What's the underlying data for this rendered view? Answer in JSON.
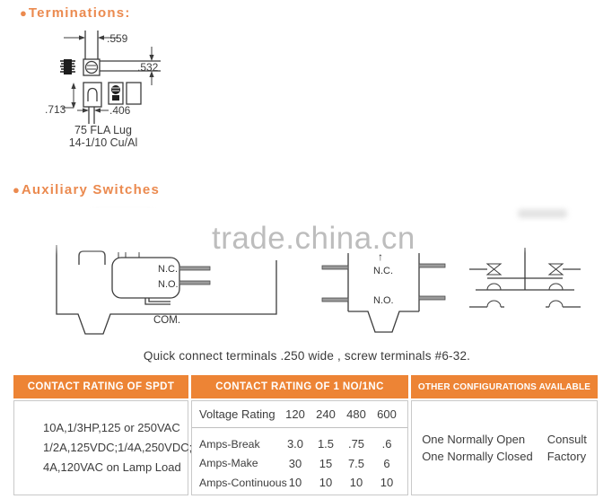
{
  "colors": {
    "accent_orange": "#ED8435",
    "heading_orange": "#EB8A4F",
    "text_dark": "#3d3d3d",
    "watermark_gray": "#bdbdbd",
    "table_border": "#c9c9c9"
  },
  "terminations": {
    "bullet": "●",
    "title": "Terminations:",
    "dims": {
      "width_top": ".559",
      "height_right": ".532",
      "height_left": ".713",
      "width_bottom": ".406"
    },
    "caption_line1": "75 FLA Lug",
    "caption_line2": "14-1/10 Cu/Al"
  },
  "auxiliary": {
    "bullet": "●",
    "title": "Auxiliary Switches",
    "watermark": "trade.china.cn",
    "switch_side_view": {
      "nc": "N.C.",
      "no": "N.O.",
      "com": "COM."
    },
    "switch_top_view": {
      "arrow": "↑",
      "nc": "N.C.",
      "no": "N.O."
    },
    "note": "Quick connect terminals .250 wide ,  screw terminals #6-32."
  },
  "ratings_table": {
    "headers": [
      "CONTACT RATING OF SPDT",
      "CONTACT RATING OF 1 NO/1NC",
      "OTHER CONFIGURATIONS AVAILABLE"
    ],
    "spdt": {
      "lines": [
        "10A,1/3HP,125 or 250VAC",
        "1/2A,125VDC;1/4A,250VDC;",
        "4A,120VAC on Lamp Load"
      ]
    },
    "no_nc": {
      "voltage_label": "Voltage Rating",
      "voltages": [
        "120",
        "240",
        "480",
        "600"
      ],
      "rows": [
        {
          "label": "Amps-Break",
          "values": [
            "3.0",
            "1.5",
            ".75",
            ".6"
          ]
        },
        {
          "label": "Amps-Make",
          "values": [
            "30",
            "15",
            "7.5",
            "6"
          ]
        },
        {
          "label": "Amps-Continuous",
          "values": [
            "10",
            "10",
            "10",
            "10"
          ]
        }
      ]
    },
    "other": {
      "options": [
        "One Normally Open",
        "One Normally Closed"
      ],
      "note": [
        "Consult",
        "Factory"
      ]
    }
  }
}
